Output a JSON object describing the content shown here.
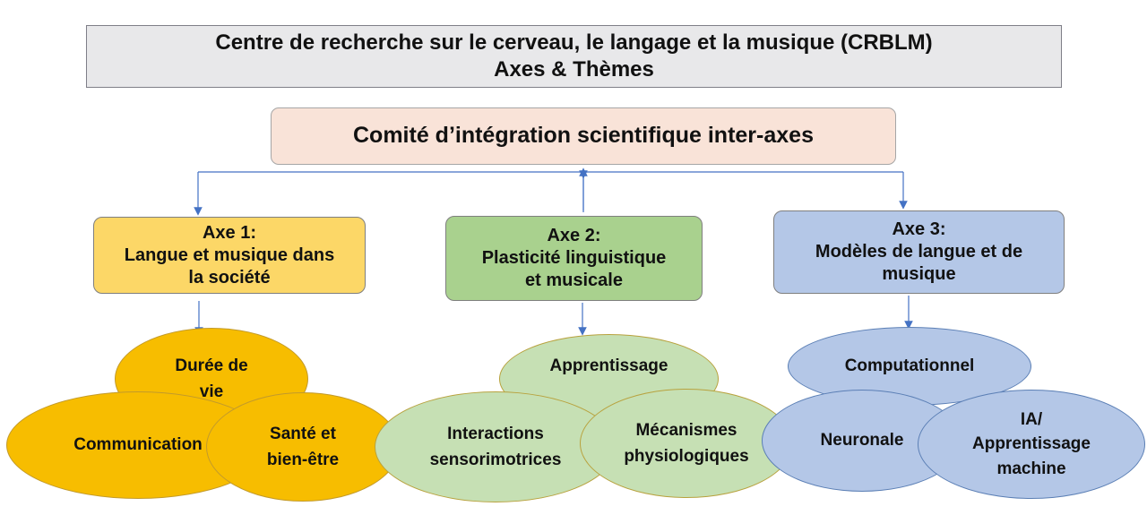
{
  "header": {
    "title_line1": "Centre de recherche sur le cerveau, le langage et la musique (CRBLM)",
    "title_line2": "Axes & Thèmes"
  },
  "committee": {
    "label": "Comité d’intégration scientifique inter-axes"
  },
  "axes": [
    {
      "label": "Axe 1:",
      "line2": "Langue et musique dans",
      "line3": "la société",
      "color": "#fcd767",
      "themes": [
        "Durée de",
        "vie",
        "Communication",
        "Santé et",
        "bien-être"
      ]
    },
    {
      "label": "Axe 2:",
      "line2": "Plasticité linguistique",
      "line3": "et musicale",
      "color": "#a9d18e",
      "themes": [
        "Apprentissage",
        "Interactions",
        "sensorimotrices",
        "Mécanismes",
        "physiologiques"
      ]
    },
    {
      "label": "Axe 3:",
      "line2": "Modèles de langue et de",
      "line3": "musique",
      "color": "#b4c7e7",
      "themes": [
        "Computationnel",
        "Neuronale",
        "IA/",
        "Apprentissage",
        "machine"
      ]
    }
  ],
  "colors": {
    "connector": "#4472c4",
    "theme_axis1": "#f7bd00",
    "theme_axis2": "#c6e0b4",
    "theme_axis3": "#b4c7e7"
  }
}
